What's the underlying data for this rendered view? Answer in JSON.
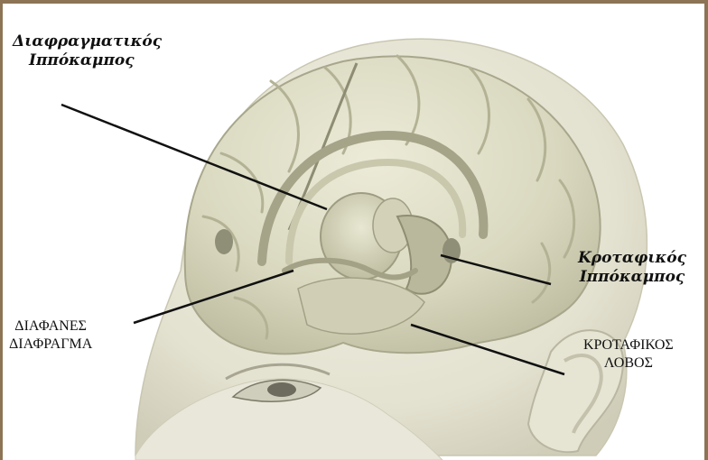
{
  "labels": {
    "septal_hippocampus": [
      "Διαφραγματικός",
      "Ιππόκαμπος"
    ],
    "temporal_hippocampus": [
      "Κροταφικός",
      "Ιππόκαμπος"
    ],
    "septum_pellucidum": [
      "ΔΙΑΦΑΝΕΣ",
      "ΔΙΑΦΡΑΓΜΑ"
    ],
    "temporal_lobe": [
      "ΚΡΟΤΑΦΙΚΟΣ",
      "ΛΟΒΟΣ"
    ]
  },
  "colors": {
    "frame": "#8c7455",
    "brain_fill": "#dcdcc4",
    "brain_shade": "#b7b79a",
    "skin": "#e7e5d6",
    "line": "#111111"
  }
}
